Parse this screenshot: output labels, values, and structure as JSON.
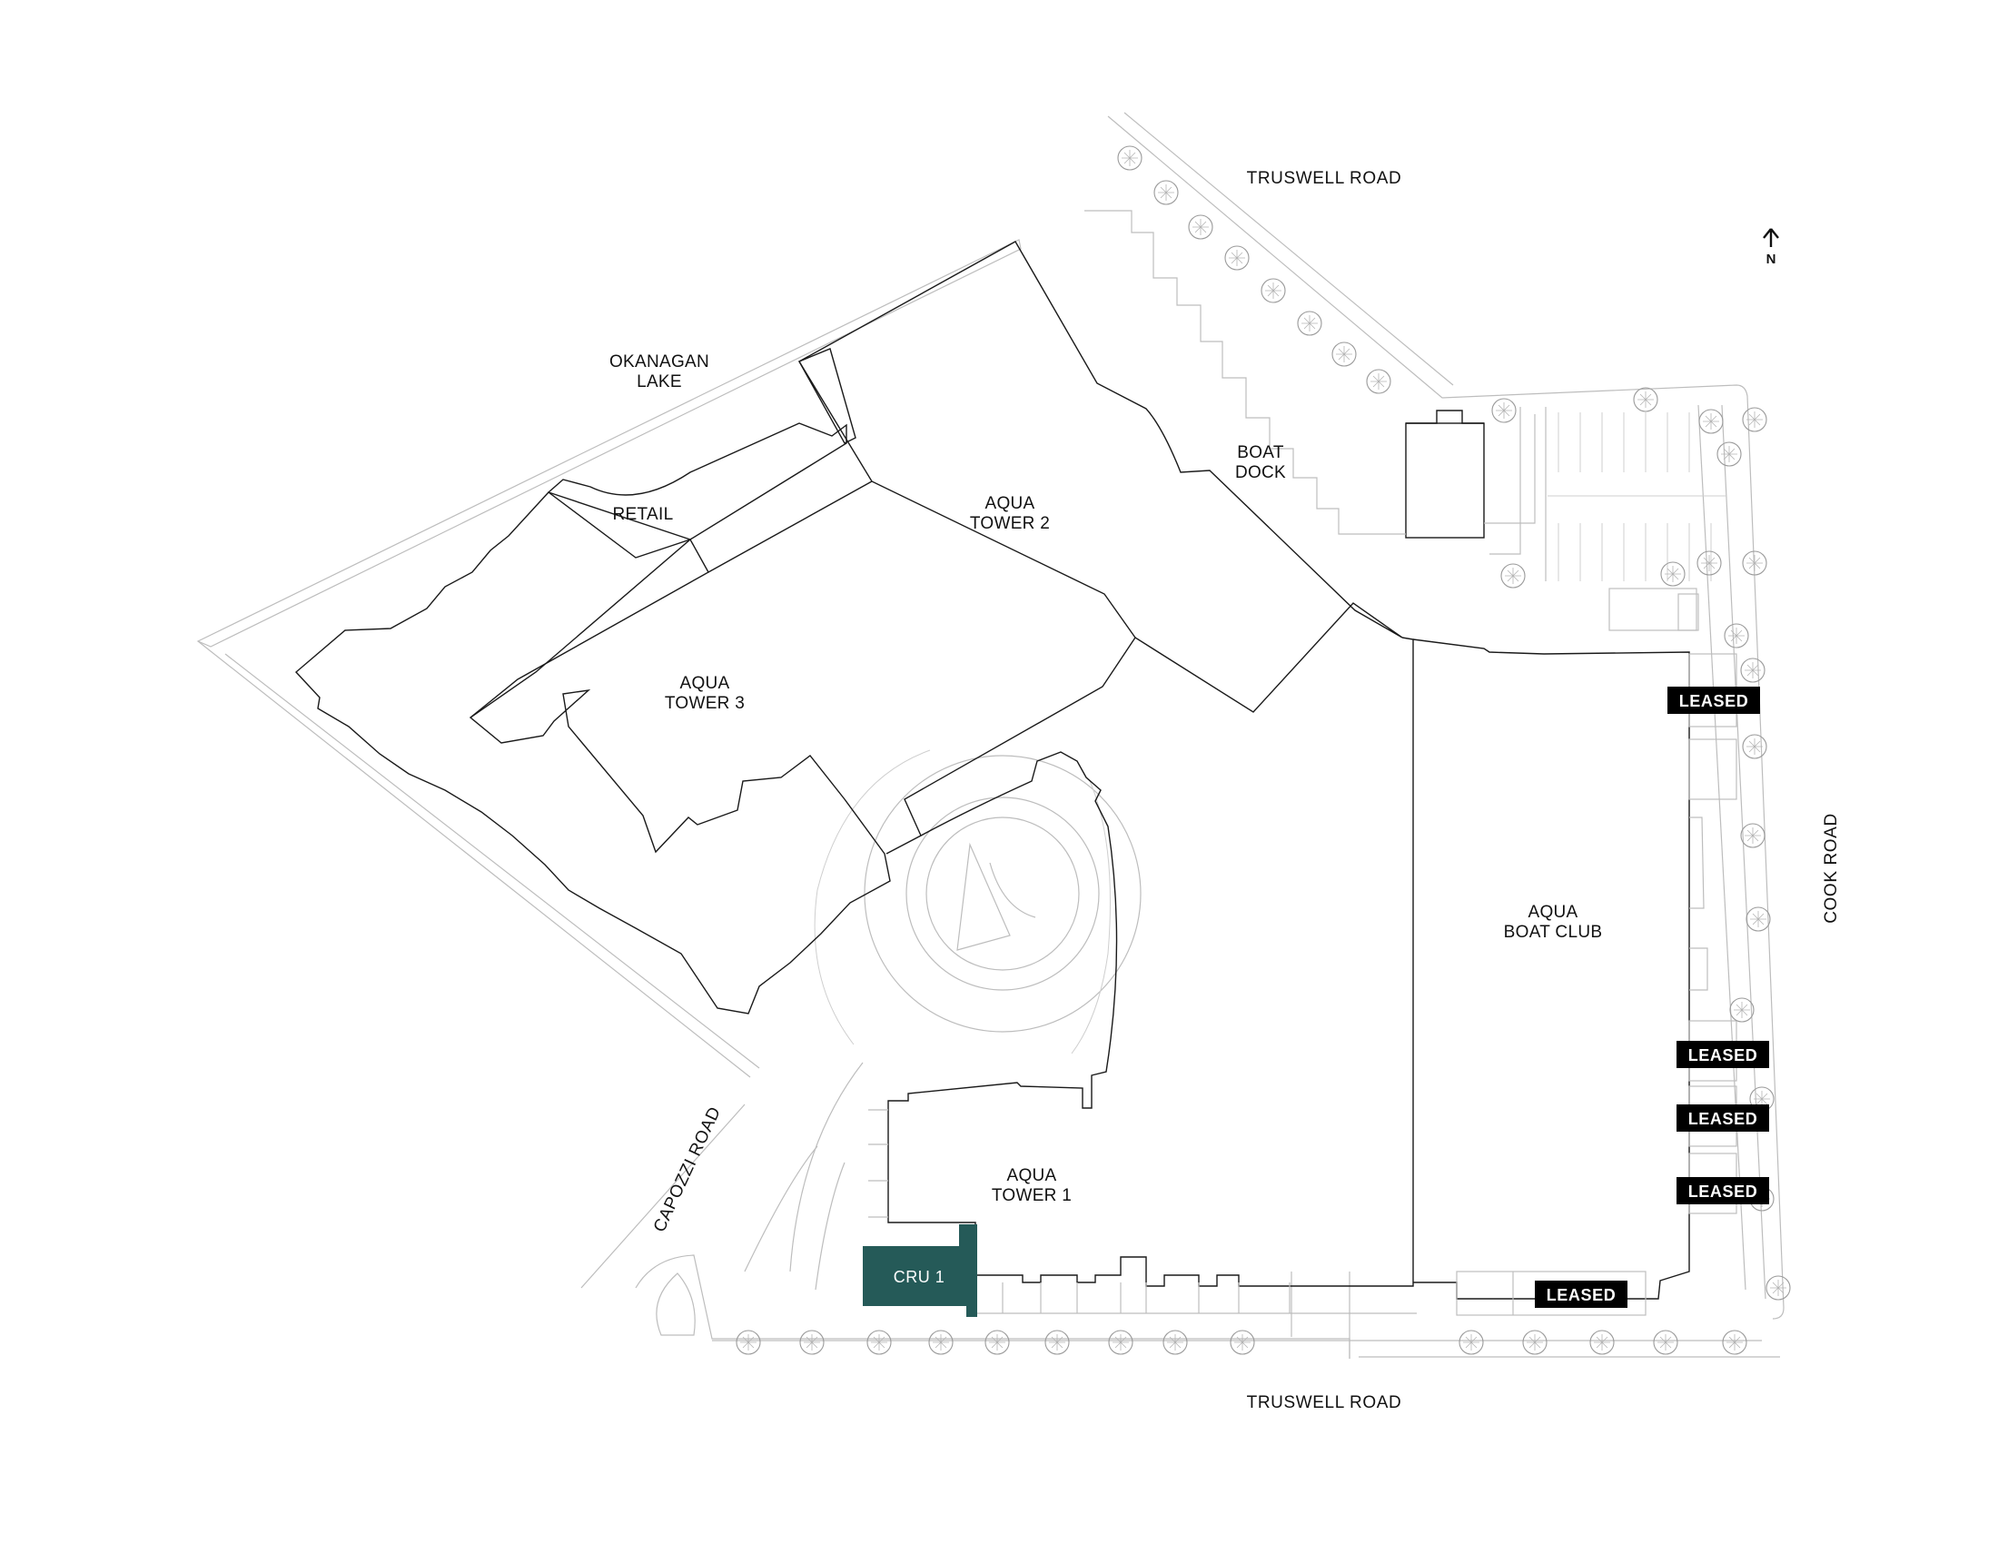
{
  "site_plan": {
    "water": {
      "lake": [
        "OKANAGAN",
        "LAKE"
      ]
    },
    "roads": {
      "top": "TRUSWELL ROAD",
      "bottom": "TRUSWELL ROAD",
      "east": "COOK ROAD",
      "west": "CAPOZZI ROAD"
    },
    "buildings": {
      "retail": "RETAIL",
      "boat_dock": [
        "BOAT",
        "DOCK"
      ],
      "tower_2": [
        "AQUA",
        "TOWER 2"
      ],
      "tower_3": [
        "AQUA",
        "TOWER 3"
      ],
      "tower_1": [
        "AQUA",
        "TOWER 1"
      ],
      "boat_club": [
        "AQUA",
        "BOAT CLUB"
      ]
    },
    "units": {
      "highlighted": {
        "label": "CRU 1",
        "color": "#255a58"
      },
      "leased_label": "LEASED",
      "leased_count": 5
    },
    "north_arrow": {
      "label": "N",
      "icon": "north-arrow-icon"
    },
    "colors": {
      "building_line": "#1a1a1a",
      "context_line": "#bdbdbd",
      "tag_fill": "#000000"
    }
  }
}
